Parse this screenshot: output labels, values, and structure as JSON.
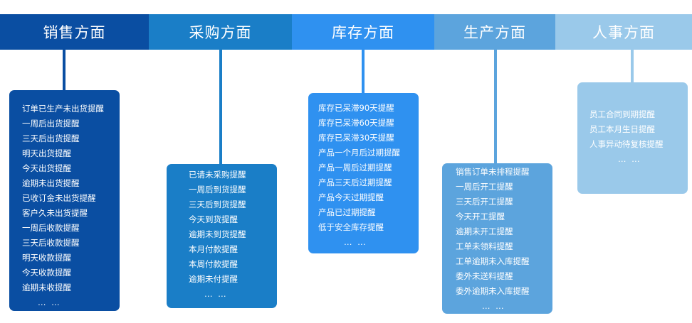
{
  "colors": {
    "sales": "#0a4ea2",
    "purchase": "#1a7ec7",
    "inventory": "#2f91f0",
    "production": "#5ca4dd",
    "hr": "#9ac9ea"
  },
  "categories": [
    {
      "key": "sales",
      "title": "销售方面",
      "items": [
        "订单已生产未出货提醒",
        "一周后出货提醒",
        "三天后出货提醒",
        "明天出货提醒",
        "今天出货提醒",
        "逾期未出货提醒",
        "已收订金未出货提醒",
        "客户久未出货提醒",
        "一周后收款提醒",
        "三天后收款提醒",
        "明天收款提醒",
        "今天收款提醒",
        "逾期未收提醒"
      ],
      "more": "… …"
    },
    {
      "key": "purchase",
      "title": "采购方面",
      "items": [
        "已请未采购提醒",
        "一周后到货提醒",
        "三天后到货提醒",
        "今天到货提醒",
        "逾期未到货提醒",
        "本月付款提醒",
        "本周付款提醒",
        "逾期未付提醒"
      ],
      "more": "… …"
    },
    {
      "key": "inventory",
      "title": "库存方面",
      "items": [
        "库存已呆滞90天提醒",
        "库存已呆滞60天提醒",
        "库存已呆滞30天提醒",
        "产品一个月后过期提醒",
        "产品一周后过期提醒",
        "产品三天后过期提醒",
        "产品今天过期提醒",
        "产品已过期提醒",
        "低于安全库存提醒"
      ],
      "more": "… …"
    },
    {
      "key": "production",
      "title": "生产方面",
      "items": [
        "销售订单未排程提醒",
        "一周后开工提醒",
        "三天后开工提醒",
        "今天开工提醒",
        "逾期未开工提醒",
        "工单未领料提醒",
        "工单逾期未入库提醒",
        "委外未送料提醒",
        "委外逾期未入库提醒"
      ],
      "more": "… …"
    },
    {
      "key": "hr",
      "title": "人事方面",
      "items": [
        "员工合同到期提醒",
        "员工本月生日提醒",
        "人事异动待复核提醒"
      ],
      "more": "… …"
    }
  ]
}
